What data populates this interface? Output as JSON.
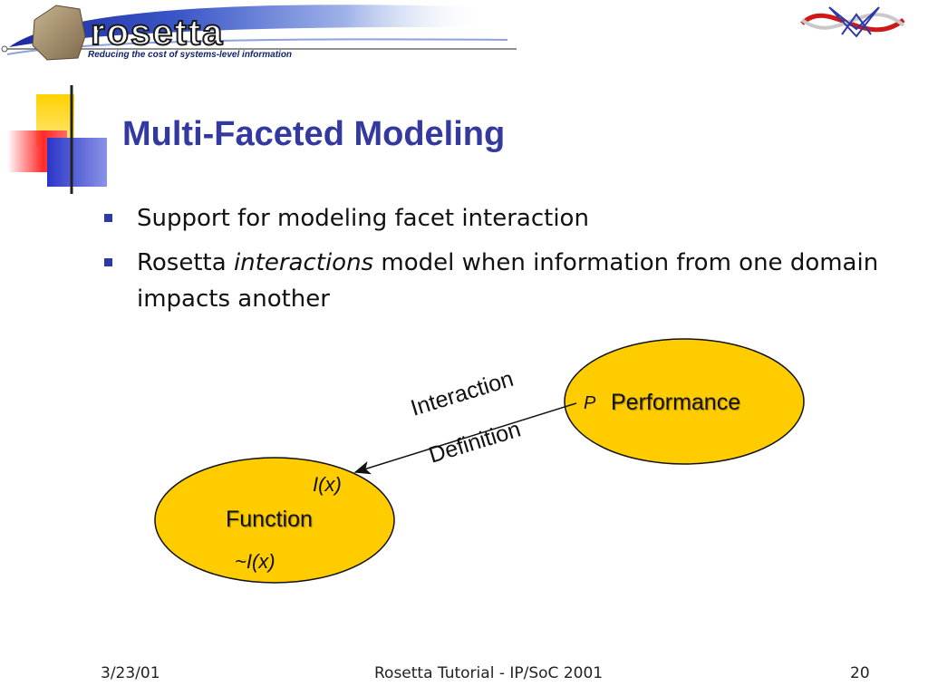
{
  "header": {
    "logo_text": "rosetta",
    "tagline": "Reducing the cost of systems-level information"
  },
  "slide": {
    "title": "Multi-Faceted Modeling",
    "bullets": [
      {
        "text": "Support for modeling facet interaction"
      },
      {
        "text_before": "Rosetta ",
        "emphasis": "interactions",
        "text_after": " model when information from one domain impacts another"
      }
    ]
  },
  "diagram": {
    "performance_label": "Performance",
    "performance_var": "P",
    "function_label": "Function",
    "function_interaction": "I(x)",
    "function_negation": "~I(x)",
    "arrow_label_line1": "Interaction",
    "arrow_label_line2": "Definition"
  },
  "footer": {
    "date": "3/23/01",
    "center_text": "Rosetta Tutorial - IP/SoC 2001",
    "page_number": "20"
  },
  "colors": {
    "title_blue": "#33399e",
    "bullet_blue": "#2b3aa5",
    "ellipse_fill": "#ffcc00",
    "deco_yellow": "#ffd200",
    "deco_red": "#ff2222",
    "deco_blue": "#2a35c8"
  }
}
